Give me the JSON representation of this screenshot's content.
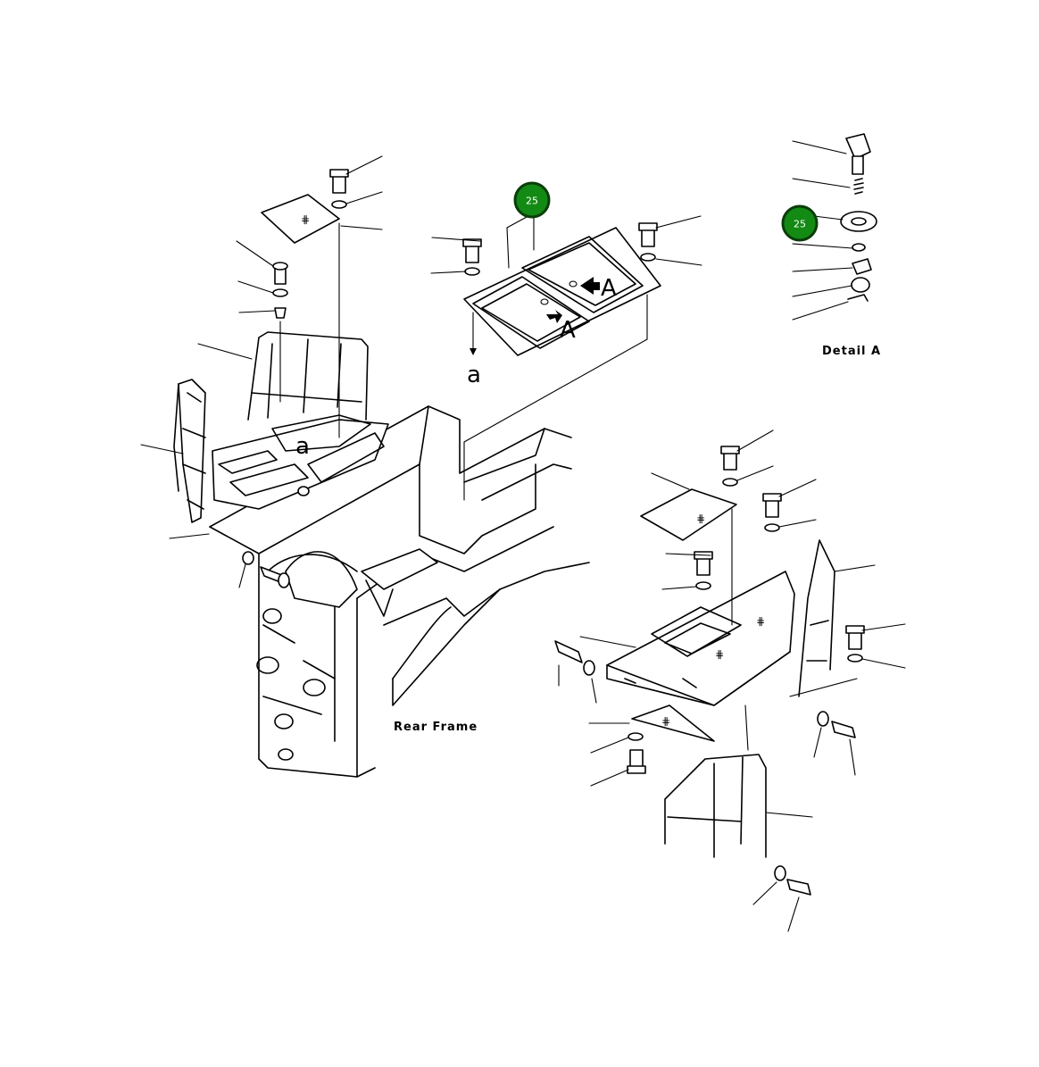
{
  "labels": {
    "detail": "Detail  A",
    "rear_frame": "Rear  Frame",
    "ref_a_small_1": "a",
    "ref_a_small_2": "a",
    "ref_A_1": "A",
    "ref_A_2": "A"
  },
  "callouts": [
    {
      "id": "badge-cover",
      "text": "25"
    },
    {
      "id": "badge-detail",
      "text": "25"
    }
  ],
  "colors": {
    "badge_fill": "#138a13",
    "line": "#000000",
    "background": "#ffffff"
  }
}
